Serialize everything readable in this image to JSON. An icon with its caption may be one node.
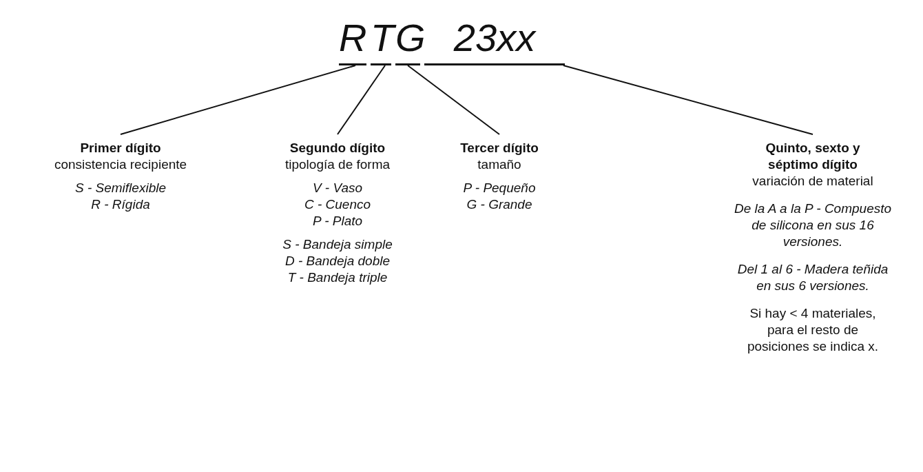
{
  "diagram": {
    "nodes": [
      {
        "text": [
          "R"
        ]
      },
      {
        "text": [
          "T"
        ]
      },
      {
        "text": [
          "G"
        ]
      },
      {
        "text": [
          "23xx"
        ]
      },
      {
        "text": [
          "Primer dígito",
          "consistencia recipiente",
          "S - Semiflexible",
          "R - Rígida"
        ]
      },
      {
        "text": [
          "Segundo dígito",
          "tipología de forma",
          "V - Vaso",
          "C - Cuenco",
          "P - Plato",
          "S - Bandeja simple",
          "D - Bandeja doble",
          "T - Bandeja triple"
        ]
      },
      {
        "text": [
          "Tercer dígito",
          "tamaño",
          "P - Pequeño",
          "G - Grande"
        ]
      },
      {
        "text": [
          "Quinto, sexto y séptimo dígito",
          "variación de material",
          "De la A a la P - Compuesto de silicona en sus 16 versiones.",
          "Del 1 al 6 - Madera teñida en sus 6 versiones.",
          "Si hay < 4 materiales, para el resto de posiciones se indica x."
        ]
      }
    ],
    "edges": [
      {
        "from": 0,
        "to": 4,
        "arrow": "none"
      },
      {
        "from": 1,
        "to": 5,
        "arrow": "none"
      },
      {
        "from": 2,
        "to": 6,
        "arrow": "none"
      },
      {
        "from": 3,
        "to": 7,
        "arrow": "none"
      }
    ]
  }
}
